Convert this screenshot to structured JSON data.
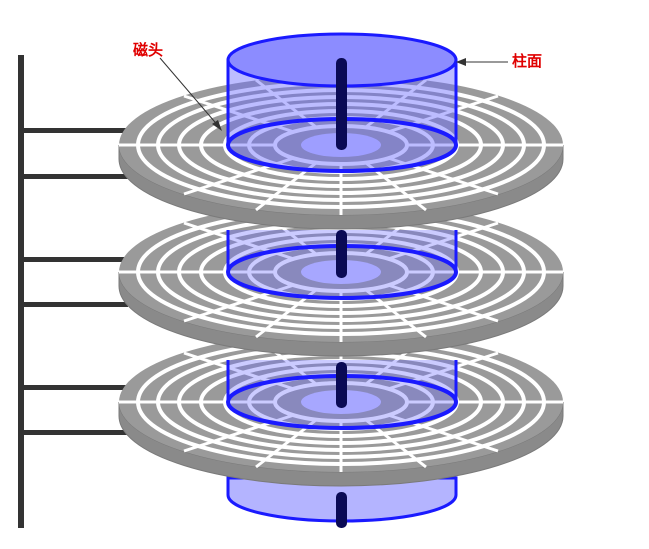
{
  "labels": {
    "head": "磁头",
    "cylinder": "柱面"
  },
  "colors": {
    "platter": "#9a9a9a",
    "platter_edge": "#7a7a7a",
    "cylinder_stroke": "#1a1aff",
    "cylinder_fill": "#6a6aff",
    "spindle": "#0a0a55",
    "arm": "#333333",
    "label": "#e00000"
  },
  "platter_count": 3
}
